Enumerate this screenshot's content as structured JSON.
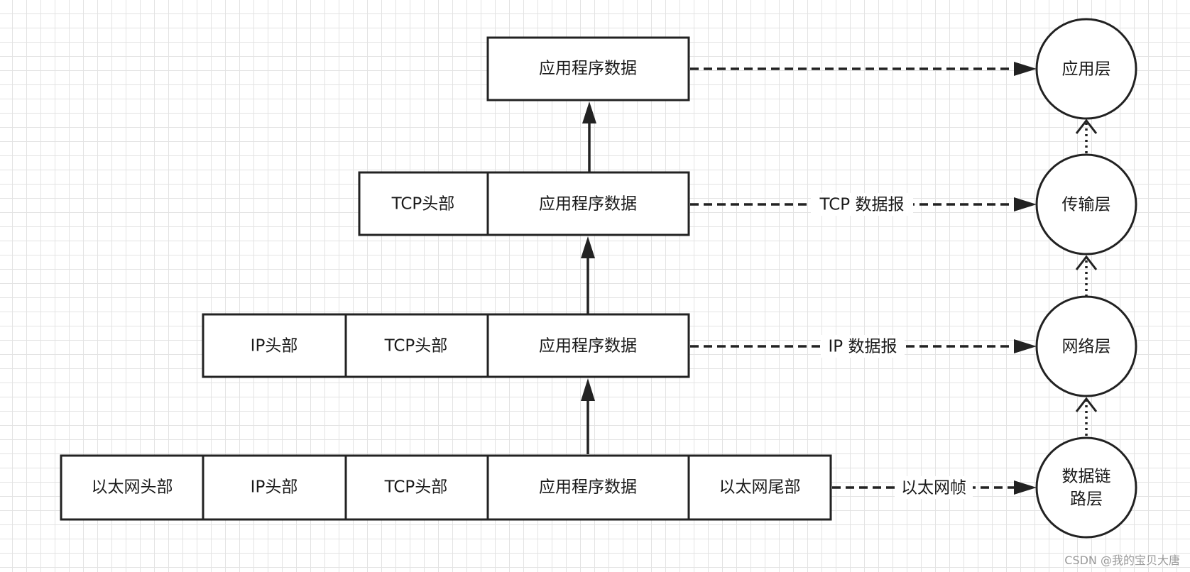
{
  "frames": [
    {
      "id": "app",
      "cells": [
        "应用程序数据"
      ]
    },
    {
      "id": "tcp",
      "cells": [
        "TCP头部",
        "应用程序数据"
      ],
      "label": "TCP 数据报"
    },
    {
      "id": "ip",
      "cells": [
        "IP头部",
        "TCP头部",
        "应用程序数据"
      ],
      "label": "IP 数据报"
    },
    {
      "id": "eth",
      "cells": [
        "以太网头部",
        "IP头部",
        "TCP头部",
        "应用程序数据",
        "以太网尾部"
      ],
      "label": "以太网帧"
    }
  ],
  "layers": [
    {
      "id": "application",
      "lines": [
        "应用层"
      ]
    },
    {
      "id": "transport",
      "lines": [
        "传输层"
      ]
    },
    {
      "id": "network",
      "lines": [
        "网络层"
      ]
    },
    {
      "id": "datalink",
      "lines": [
        "数据链",
        "路层"
      ]
    }
  ],
  "watermark": "CSDN @我的宝贝大唐",
  "colors": {
    "stroke": "#222222",
    "grid": "#e3e3e3",
    "background": "#ffffff"
  }
}
